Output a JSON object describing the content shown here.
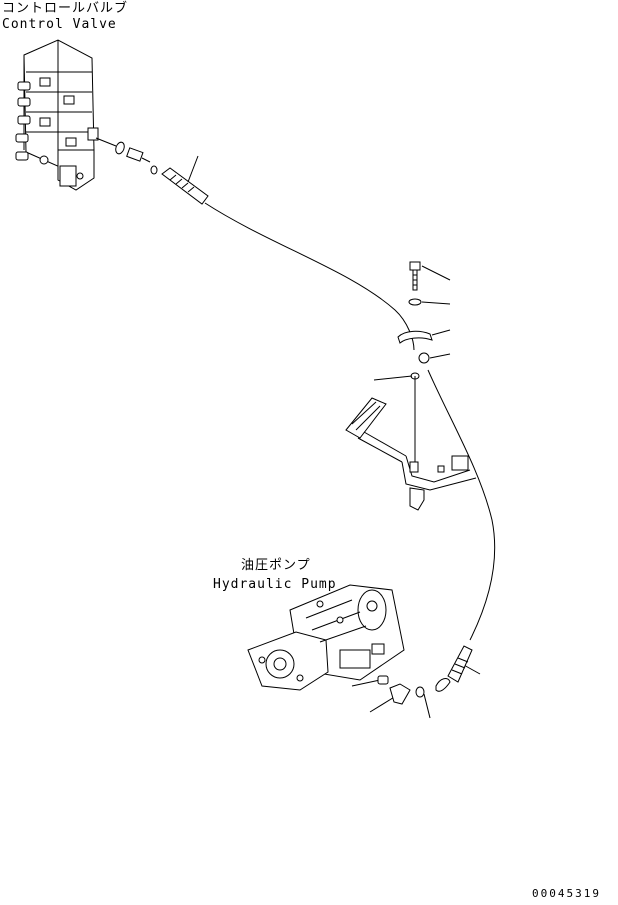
{
  "labels": {
    "control_valve_jp": "コントロールバルブ",
    "control_valve_en": "Control Valve",
    "hydraulic_pump_jp": "油圧ポンプ",
    "hydraulic_pump_en": "Hydraulic Pump"
  },
  "drawing_number": "00045319"
}
